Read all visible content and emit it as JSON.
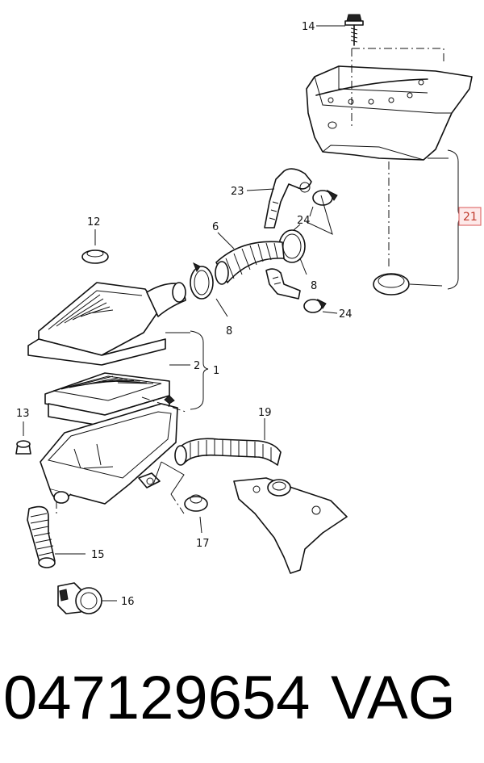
{
  "diagram": {
    "callouts": [
      {
        "id": "14",
        "text": "14"
      },
      {
        "id": "12",
        "text": "12"
      },
      {
        "id": "23",
        "text": "23"
      },
      {
        "id": "24a",
        "text": "24"
      },
      {
        "id": "21",
        "text": "21"
      },
      {
        "id": "6",
        "text": "6"
      },
      {
        "id": "8a",
        "text": "8"
      },
      {
        "id": "8b",
        "text": "8"
      },
      {
        "id": "24b",
        "text": "24"
      },
      {
        "id": "2",
        "text": "2"
      },
      {
        "id": "1",
        "text": "1"
      },
      {
        "id": "13",
        "text": "13"
      },
      {
        "id": "19",
        "text": "19"
      },
      {
        "id": "17",
        "text": "17"
      },
      {
        "id": "15",
        "text": "15"
      },
      {
        "id": "16",
        "text": "16"
      }
    ],
    "highlight_color": "#e07070"
  },
  "footer": {
    "part_number": "047129654",
    "brand": "VAG"
  }
}
